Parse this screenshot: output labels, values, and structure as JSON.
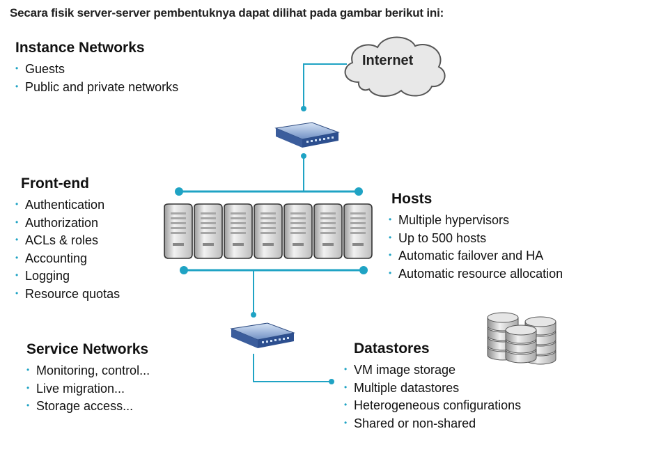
{
  "caption": "Secara fisik server-server pembentuknya dapat dilihat pada gambar berikut ini:",
  "internet_label": "Internet",
  "sections": {
    "instance": {
      "title": "Instance Networks",
      "items": [
        "Guests",
        "Public and private networks"
      ]
    },
    "frontend": {
      "title": "Front-end",
      "items": [
        "Authentication",
        "Authorization",
        "ACLs & roles",
        "Accounting",
        "Logging",
        "Resource quotas"
      ]
    },
    "hosts": {
      "title": "Hosts",
      "items": [
        "Multiple hypervisors",
        "Up to 500 hosts",
        "Automatic failover and HA",
        "Automatic resource allocation"
      ]
    },
    "service": {
      "title": "Service Networks",
      "items": [
        "Monitoring, control...",
        "Live migration...",
        "Storage access..."
      ]
    },
    "datastores": {
      "title": "Datastores",
      "items": [
        "VM image storage",
        "Multiple datastores",
        "Heterogeneous configurations",
        "Shared or non-shared"
      ]
    }
  },
  "colors": {
    "link": "#1fa3c4",
    "switch": "#3b5d9c",
    "server": "#d9d9d9",
    "disk": "#cfcfcf"
  },
  "icons": [
    "cloud-icon",
    "network-switch-icon",
    "server-icon",
    "disk-stack-icon"
  ]
}
